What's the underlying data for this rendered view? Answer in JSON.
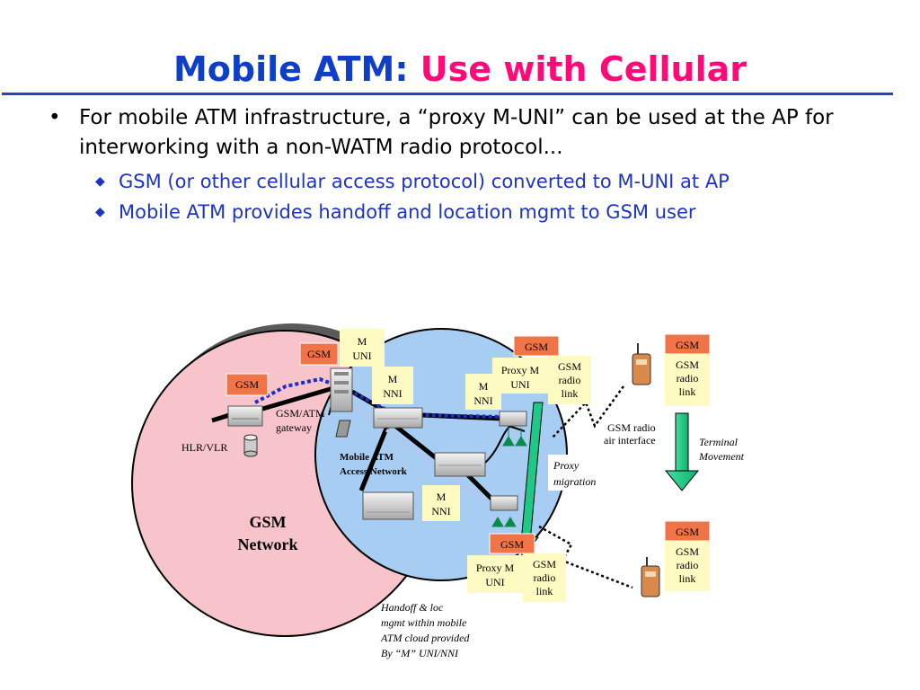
{
  "title": {
    "part1": "Mobile ATM",
    "sep": ":",
    "part2": "Use with Cellular"
  },
  "bullets": [
    {
      "text": "For mobile ATM infrastructure, a “proxy M-UNI” can be used at the AP for interworking with a non-WATM radio protocol...",
      "sub": [
        "GSM (or other cellular access protocol) converted to M-UNI at AP",
        "Mobile ATM provides handoff and location mgmt to GSM user"
      ]
    }
  ],
  "diagram": {
    "gsm_network": [
      "GSM",
      "Network"
    ],
    "atm_network": [
      "Mobile ATM",
      "Access Network"
    ],
    "gsm_atm_gateway": [
      "GSM/ATM",
      "gateway"
    ],
    "hlr_vlr": "HLR/VLR",
    "gsm": "GSM",
    "m_uni": [
      "M",
      "UNI"
    ],
    "m_nni": [
      "M",
      "NNI"
    ],
    "proxy_m_uni": [
      "Proxy M",
      "UNI"
    ],
    "gsm_radio_link": [
      "GSM",
      "radio",
      "link"
    ],
    "gsm_radio_air": [
      "GSM radio",
      "air interface"
    ],
    "terminal_movement": [
      "Terminal",
      "Movement"
    ],
    "proxy_migration": [
      "Proxy",
      "migration"
    ],
    "handoff_note": [
      "Handoff & loc",
      "mgmt within mobile",
      "ATM cloud provided",
      "By “M” UNI/NNI"
    ]
  },
  "colors": {
    "title_blue": "#0f3ec8",
    "title_pink": "#ff0a78",
    "gsm_box": "#f07448",
    "yellow_box": "#fefbc2",
    "gsm_cloud": "#f8c4cc",
    "atm_cloud": "#a8cdf3"
  }
}
